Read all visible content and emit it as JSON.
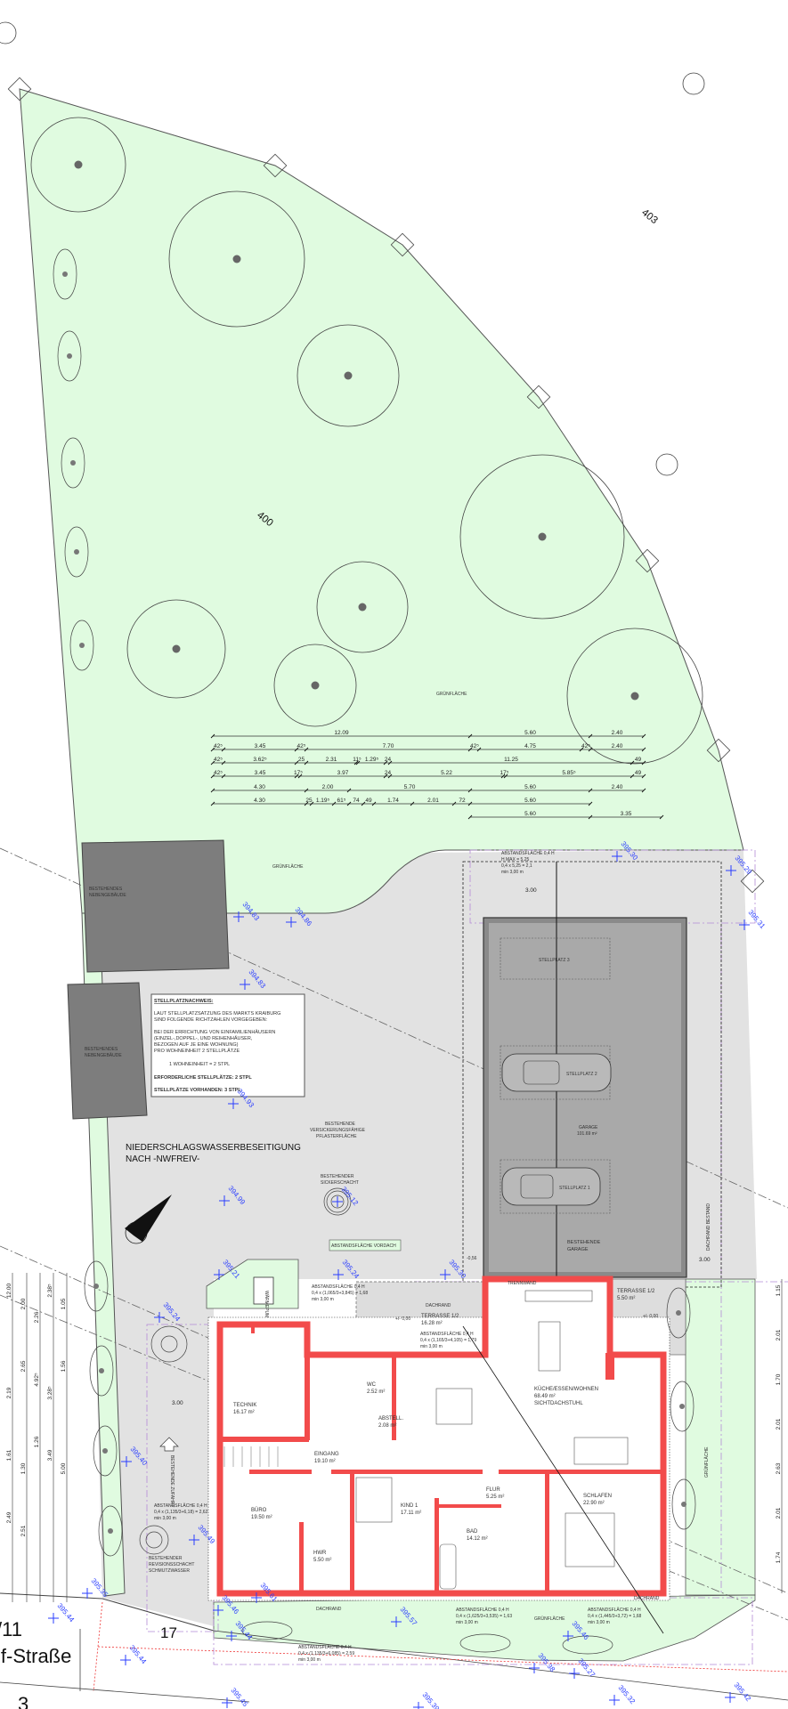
{
  "plot_labels": {
    "north_plot": "400",
    "ne_plot": "403",
    "south_plot": "17",
    "street_number": "/11",
    "street_name": "if-Straße",
    "corner_digit": "3"
  },
  "green_labels": {
    "upper": "GRÜNFLÄCHE",
    "middle": "GRÜNFLÄCHE",
    "right_strip": "GRÜNFLÄCHE",
    "bottom": "GRÜNFLÄCHE"
  },
  "buildings": {
    "outbuilding_1": [
      "BESTEHENDES",
      "NEBENGEBÄUDE"
    ],
    "outbuilding_2": [
      "BESTEHENDES",
      "NEBENGEBÄUDE"
    ],
    "garage": [
      "BESTEHENDE",
      "GARAGE"
    ],
    "garage_area": [
      "GARAGE",
      "101.69 m²"
    ],
    "parking": [
      "STELLPLATZ 3",
      "STELLPLATZ 2",
      "STELLPLATZ 1"
    ]
  },
  "parking_note": {
    "title": "STELLPLATZNACHWEIS:",
    "line1": "LAUT STELLPLATZSATZUNG DES MARKTS KRAIBURG",
    "line2": "SIND FOLGENDE RICHTZAHLEN VORGEGEBEN:",
    "line3": "BEI DER ERRICHTUNG VON EINFAMILIENHÄUSERN",
    "line4": "(EINZEL-,DOPPEL-, UND REIHENHÄUSER,",
    "line5": "BEZOGEN AUF JE EINE WOHNUNG)",
    "line6": "PRO WOHNEINHEIT 2 STELLPLÄTZE",
    "line7": "1 WOHNEINHEIT = 2 STPL",
    "required": "ERFORDERLICHE STELLPLÄTZE:  2 STPL",
    "available": "STELLPLÄTZE VORHANDEN:    3 STPL"
  },
  "drainage": {
    "line1": "NIEDERSCHLAGSWASSERBESEITIGUNG",
    "line2": "NACH -NWFREIV-"
  },
  "site_notes": {
    "paving": [
      "BESTEHENDE",
      "VERSICKERUNGSFÄHIGE",
      "PFLASTERFLÄCHE"
    ],
    "soakaway": [
      "BESTEHENDER",
      "SICKERSCHACHT"
    ],
    "inspection": [
      "BESTEHENDER",
      "REVISIONSSCHACHT",
      "SCHMUTZWASSER"
    ],
    "driveway": "BESTEHENDE ZUFAHRT",
    "canopy": "ABSTANDSFLÄCHE VORDACH",
    "heatpump": "WÄRMEPUMPE",
    "dachrand": "DACHRAND",
    "dachrand_bestand": "DACHRAND BESTAND",
    "trennwand": "TRENNWAND",
    "level_zero": "+/- 0,00",
    "level_entry": "-0,56"
  },
  "setbacks": [
    [
      "ABSTANDSFLÄCHE 0,4 H",
      "H MAX = 5,25",
      "0,4 x 5,25 = 2,1",
      "min 3,00 m"
    ],
    [
      "ABSTANDSFLÄCHE 0,4 H",
      "0,4 x (1,065/3+3,845) = 1,68",
      "min 3,00 m"
    ],
    [
      "ABSTANDSFLÄCHE 0,4 H",
      "0,4 x (1,165/3+4,105) = 1,79",
      "min 3,00 m"
    ],
    [
      "ABSTANDSFLÄCHE 0,4 H",
      "0,4 x (1,135/3+6,18) = 2,62",
      "min 3,00 m"
    ],
    [
      "ABSTANDSFLÄCHE 0,4 H",
      "0,4 x (1,135/3+6,085) = 2,59",
      "min 3,00 m"
    ],
    [
      "ABSTANDSFLÄCHE 0,4 H",
      "0,4 x (1,625/3+3,535) = 1,63",
      "min 3,00 m"
    ],
    [
      "ABSTANDSFLÄCHE 0,4 H",
      "0,4 x (1,445/3+3,72) = 1,68",
      "min 3,00 m"
    ]
  ],
  "setback_distance": "3.00",
  "rooms": [
    {
      "name": "TECHNIK",
      "area": "16.17 m²"
    },
    {
      "name": "WC",
      "area": "2.52 m²"
    },
    {
      "name": "ABSTELL.",
      "area": "2.08 m²"
    },
    {
      "name": "EINGANG",
      "area": "19.10 m²"
    },
    {
      "name": "BÜRO",
      "area": "19.50 m²"
    },
    {
      "name": "KIND 1",
      "area": "17.11 m²"
    },
    {
      "name": "HWR",
      "area": "5.50 m²"
    },
    {
      "name": "FLUR",
      "area": "5.25 m²"
    },
    {
      "name": "BAD",
      "area": "14.12 m²"
    },
    {
      "name": "KÜCHE/ESSEN/WOHNEN",
      "area": "68.49 m²",
      "note": "SICHTDACHSTUHL"
    },
    {
      "name": "SCHLAFEN",
      "area": "22.90 m²"
    },
    {
      "name": "TERRASSE 1/2",
      "area": "5.50 m²"
    },
    {
      "name": "TERRASSE 1/2",
      "area": "16.28 m²"
    }
  ],
  "dimension_rows": [
    [
      "12.09",
      "5.60",
      "2.40"
    ],
    [
      "42⁵",
      "3.45",
      "42⁵",
      "7.70",
      "42⁵",
      "4.75",
      "42⁵",
      "2.40"
    ],
    [
      "42⁵",
      "3.62⁵",
      "25",
      "2.31",
      "11⁵",
      "1.29⁵",
      "24",
      "11.25",
      "49"
    ],
    [
      "42⁵",
      "3.45",
      "17⁵",
      "3.97",
      "24",
      "5.22",
      "17⁵",
      "5.85⁵",
      "49"
    ],
    [
      "4.30",
      "2.00",
      "5.70",
      "5.60",
      "2.40"
    ],
    [
      "4.30",
      "25",
      "1.19⁵",
      "61⁵",
      "74",
      "49",
      "1.74",
      "2.01",
      "72",
      "5.60"
    ],
    [
      "5.60",
      "3.35"
    ]
  ],
  "left_dimensions": [
    "12.00",
    "2.00",
    "2.26",
    "2.38⁵",
    "1.05",
    "2.19",
    "2.65",
    "4.92⁵",
    "3.28⁵",
    "1.56",
    "1.61",
    "1.30",
    "1.26",
    "3.49",
    "5.00",
    "2.49",
    "2.51"
  ],
  "right_dimensions": [
    "1.15",
    "2.01",
    "1.70",
    "2.01",
    "2.63",
    "2.01",
    "1.74"
  ],
  "elevations": [
    "394.83",
    "394.86",
    "394.83",
    "394.93",
    "394.99",
    "395.12",
    "395.21",
    "395.24",
    "395.30",
    "395.30",
    "395.29",
    "395.31",
    "395.24",
    "395.40",
    "395.49",
    "395.35",
    "395.44",
    "395.44",
    "395.46",
    "395.61",
    "395.44",
    "395.57",
    "395.45",
    "395.46",
    "395.38",
    "395.27",
    "395.32",
    "395.42",
    "395.39"
  ],
  "colors": {
    "green": "#e0fbe0",
    "paving": "#e2e2e2",
    "wall": "#f24b4b",
    "garage": "#a9a9a9",
    "elevation": "#2a3dff",
    "setback": "#b48ad6"
  }
}
